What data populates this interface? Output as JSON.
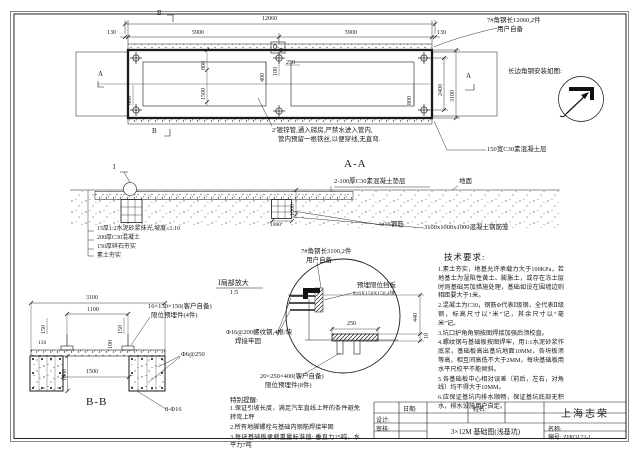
{
  "plan": {
    "dim_12060": "12060",
    "dim_5900_l": "5900",
    "dim_5900_r": "5900",
    "dim_130_l": "130",
    "dim_130_r": "130",
    "dim_2400": "2400",
    "dim_3100": "3100",
    "dim_800_mid": "800",
    "dim_1500": "1500",
    "dim_800_left": "800",
    "dim_800_right": "800",
    "dim_400": "400",
    "dim_100": "100",
    "dim_250": "250",
    "mark_a_left": "A",
    "mark_a_right": "A",
    "mark_b_top": "B",
    "mark_b_bottom": "B",
    "note_angle_l1": "7#角钢长12060,2件",
    "note_angle_l2": "用户自备",
    "note_install": "长边角钢安装如图:",
    "note_concrete": "150宽C30素混凝土层",
    "note_pipe_l1": "2′镀锌管,通入磅房,严禁水进入管内,",
    "note_pipe_l2": "管内预留一根铁丝,以便穿线,无直弯."
  },
  "section_aa": {
    "title": "A-A",
    "cushion": "2-100厚C30素混凝土垫层",
    "ground": "地面",
    "rebar": "ø16钢筋",
    "cage": "3100x1000x1000混凝土钢筋笼",
    "detail_mark": "Ⅰ",
    "dim_1000_v": "1000",
    "dim_1000_h": "1000",
    "layers": [
      "15厚1:2水泥砂浆抹光,坡度≤1:10",
      "200厚C30混凝土",
      "150厚碎石夯实",
      "素土夯实"
    ]
  },
  "section_bb": {
    "title": "B-B",
    "dim_3100": "3100",
    "dim_1100": "1100",
    "dim_150_l": "150",
    "dim_150_r": "150",
    "dim_150_h": "150",
    "dim_100": "100",
    "dim_1000": "1000",
    "dim_1500": "1500",
    "note_plate_l1": "16×150×150(客户自备)",
    "note_plate_l2": "限位预埋件(4件)",
    "note_stirrup": "Φ6@250",
    "note_rebar": "8-Φ16"
  },
  "detail": {
    "title": "Ⅰ局部放大",
    "scale": "1:5",
    "note_angle_l1": "7#角钢长3100,2件",
    "note_angle_l2": "用户自备",
    "note_baffle_l1": "预埋限位挡板",
    "note_baffle_l2": "δ16X150X150,4块",
    "note_rebar_l1": "Φ16@200螺纹钢,4根/块",
    "note_rebar_l2": "焊接牢固",
    "note_plate_l1": "20×250×400(客户自备)",
    "note_plate_l2": "限位预埋件(8件)",
    "dim_250": "250",
    "dim_440": "440",
    "dim_10": "10"
  },
  "tech": {
    "title": "技术要求:",
    "items": [
      "1.素土夯实，地基允许承载力大于100KPa，若地基土为湿陷性黄土、膨胀土，或存在冻土层时则基础另加措施处理，基础如设在围墙边则相距要大于1米。",
      "2.混凝土为C30，钢筋Φ代表Ⅰ级钢，全代表Ⅱ级钢，标高尺寸以“米”记，其余尺寸以“毫米”记。",
      "3.坑口护角角钢按图焊接加强后须校直。",
      "4.螺纹钢与基础板按图焊牢，用1:1水泥砂浆作底浆，基础板高出基坑地面10MM，各块板须等高，相互间高低不大于2MM，每块基础板用水平尺校平不能倾斜。",
      "5.各基础板中心相对误差（前后，左右，对角线）均不得大于10MM。",
      "6.应保证基坑内排水顺畅，保证基坑底部无积水，排水设施用户自定。"
    ]
  },
  "special": {
    "title": "特别提醒:",
    "items": [
      "1.保证引坡长度，满足汽车直线上秤的条件避免转弯上秤",
      "2.所有地脚螺栓与基础内钢筋焊接牢固",
      "3.每块基础板承载重量标准值: 垂直力25吨，水平力7吨"
    ]
  },
  "title_block": {
    "date_label": "日期:",
    "name_label": "姓名:",
    "design_label": "设计:",
    "review_label": "审核:",
    "company": "上海志荣",
    "drawing_title": "3×12M 基础图(浅基坑)",
    "title_label": "名称:",
    "number": "编号: ZH03122-1"
  }
}
